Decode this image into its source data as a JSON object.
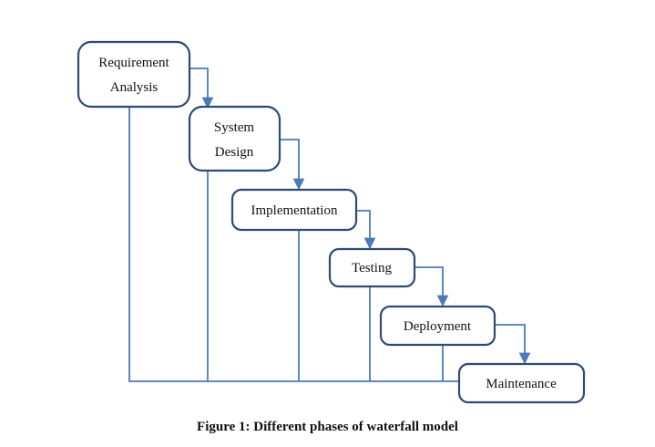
{
  "diagram": {
    "phases": [
      {
        "id": "requirement-analysis",
        "lines": [
          "Requirement",
          "Analysis"
        ]
      },
      {
        "id": "system-design",
        "lines": [
          "System",
          "Design"
        ]
      },
      {
        "id": "implementation",
        "lines": [
          "Implementation"
        ]
      },
      {
        "id": "testing",
        "lines": [
          "Testing"
        ]
      },
      {
        "id": "deployment",
        "lines": [
          "Deployment"
        ]
      },
      {
        "id": "maintenance",
        "lines": [
          "Maintenance"
        ]
      }
    ],
    "colors": {
      "box_border": "#2f4a73",
      "connector": "#4a7ab8"
    }
  },
  "caption": "Figure 1: Different phases of waterfall model"
}
